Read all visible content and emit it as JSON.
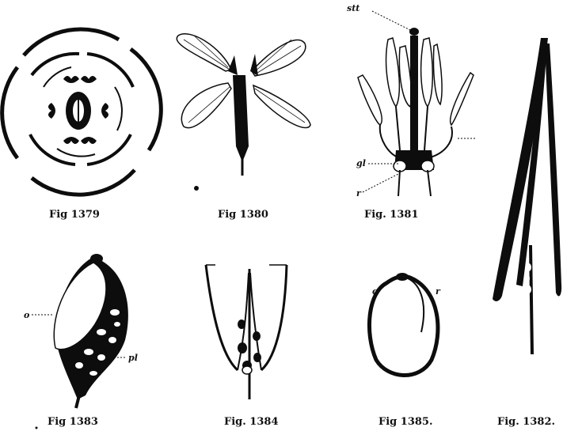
{
  "figures": [
    {
      "id": "fig-1379",
      "caption": "Fig 1379",
      "labels": []
    },
    {
      "id": "fig-1380",
      "caption": "Fig 1380",
      "labels": []
    },
    {
      "id": "fig-1381",
      "caption": "Fig. 1381",
      "labels": [
        "stt",
        "gl",
        "r"
      ]
    },
    {
      "id": "fig-1382",
      "caption": "Fig. 1382.",
      "labels": []
    },
    {
      "id": "fig-1383",
      "caption": "Fig 1383",
      "labels": [
        "o",
        "pl"
      ]
    },
    {
      "id": "fig-1384",
      "caption": "Fig. 1384",
      "labels": []
    },
    {
      "id": "fig-1385",
      "caption": "Fig 1385.",
      "labels": [
        "c",
        "r"
      ]
    }
  ],
  "colors": {
    "ink": "#0d0d0d",
    "paper": "#ffffff"
  }
}
